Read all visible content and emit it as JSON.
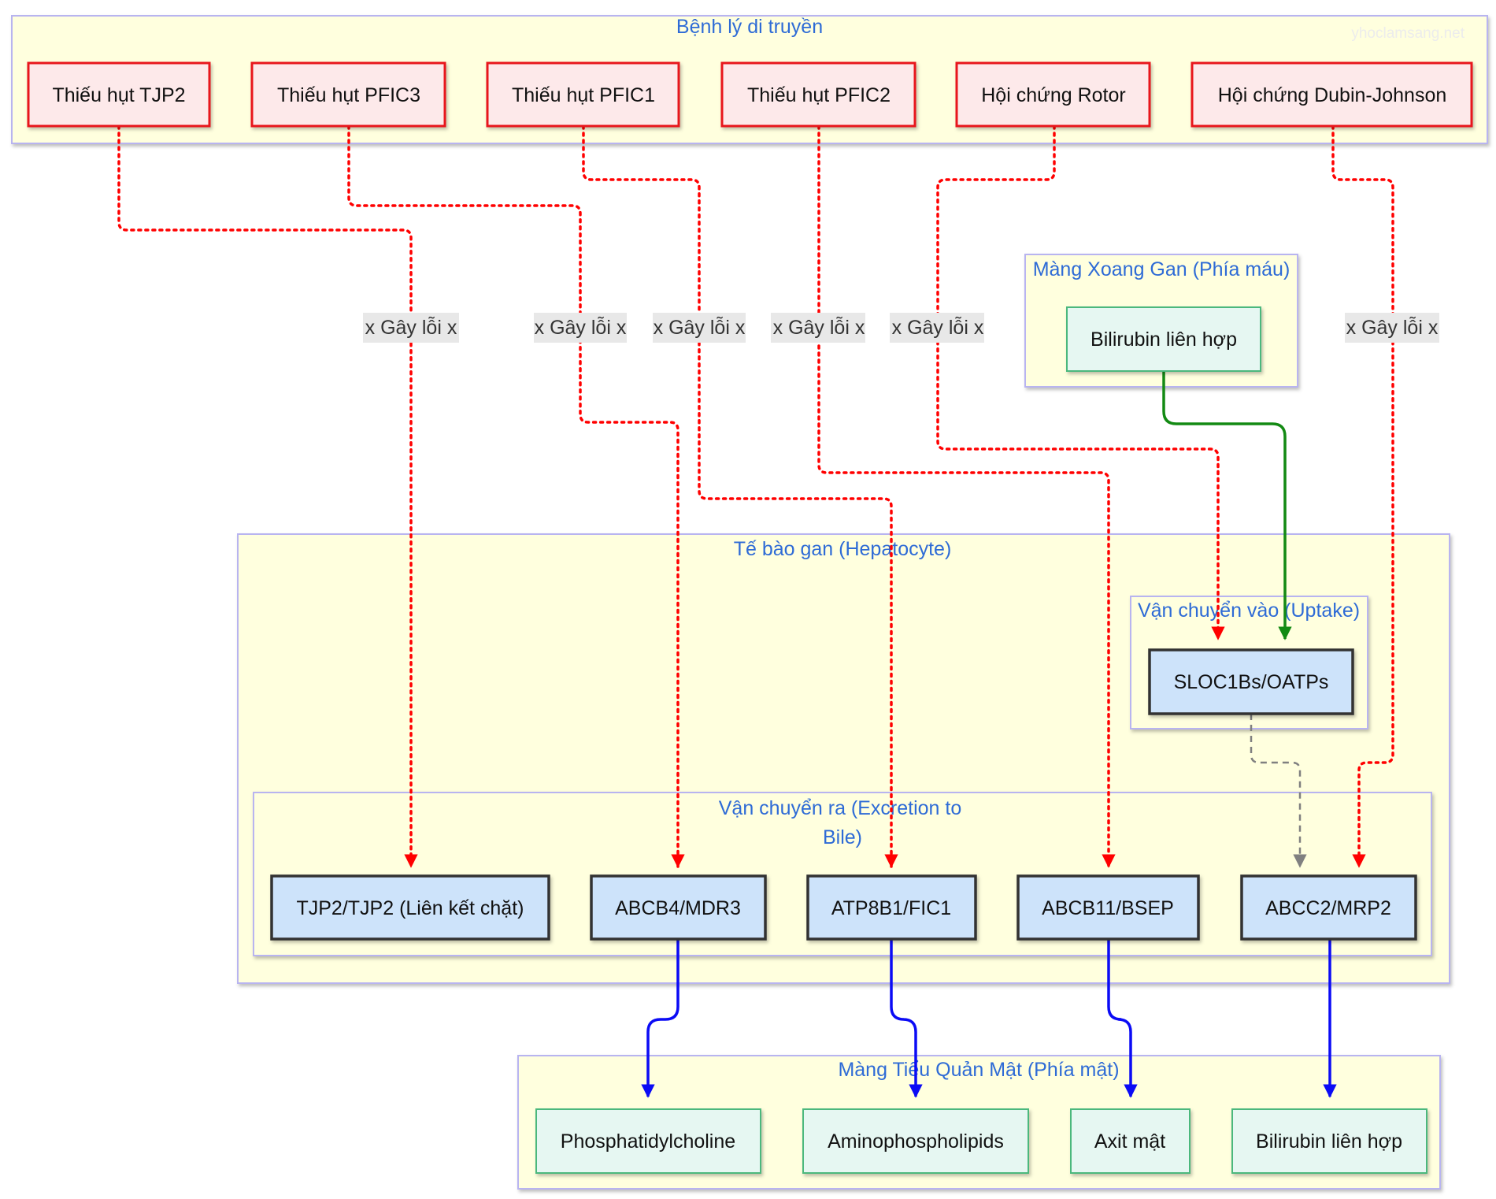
{
  "watermark": "yhoclamsang.net",
  "clusters": {
    "genetic": "Bệnh lý di truyền",
    "sinusoid": "Màng Xoang Gan (Phía máu)",
    "hepatocyte": "Tế bào gan (Hepatocyte)",
    "uptake": "Vận chuyển vào (Uptake)",
    "excretion_line1": "Vận chuyển ra (Excretion to",
    "excretion_line2": "Bile)",
    "canalicular": "Màng Tiểu Quản Mật (Phía mật)"
  },
  "diseases": {
    "tjp2_def": "Thiếu hụt TJP2",
    "pfic3": "Thiếu hụt PFIC3",
    "pfic1": "Thiếu hụt PFIC1",
    "pfic2": "Thiếu hụt PFIC2",
    "rotor": "Hội chứng Rotor",
    "dubin": "Hội chứng Dubin-Johnson"
  },
  "blood": {
    "bilirubin": "Bilirubin liên hợp"
  },
  "transporters": {
    "slco": "SLOC1Bs/OATPs",
    "tjp2": "TJP2/TJP2 (Liên kết chặt)",
    "abcb4": "ABCB4/MDR3",
    "atp8b1": "ATP8B1/FIC1",
    "abcb11": "ABCB11/BSEP",
    "abcc2": "ABCC2/MRP2"
  },
  "bile_substances": {
    "pc": "Phosphatidylcholine",
    "aps": "Aminophospholipids",
    "bile_acid": "Axit mật",
    "bilirubin": "Bilirubin liên hợp"
  },
  "edge_label": "x Gây lỗi x",
  "colors": {
    "cluster_fill": "#ffffde",
    "cluster_border": "#b8b4f0",
    "cluster_title": "#2e6bd6",
    "disease_fill": "#fde9ea",
    "disease_border": "#e8161d",
    "protein_fill": "#cde3fa",
    "protein_border": "#333333",
    "substance_fill": "#e6f7f2",
    "substance_border": "#4cb87d",
    "defect_edge": "#ff0000",
    "excretion_edge": "#0b0bf5",
    "uptake_edge": "#138a13",
    "internal_edge": "#808080"
  }
}
